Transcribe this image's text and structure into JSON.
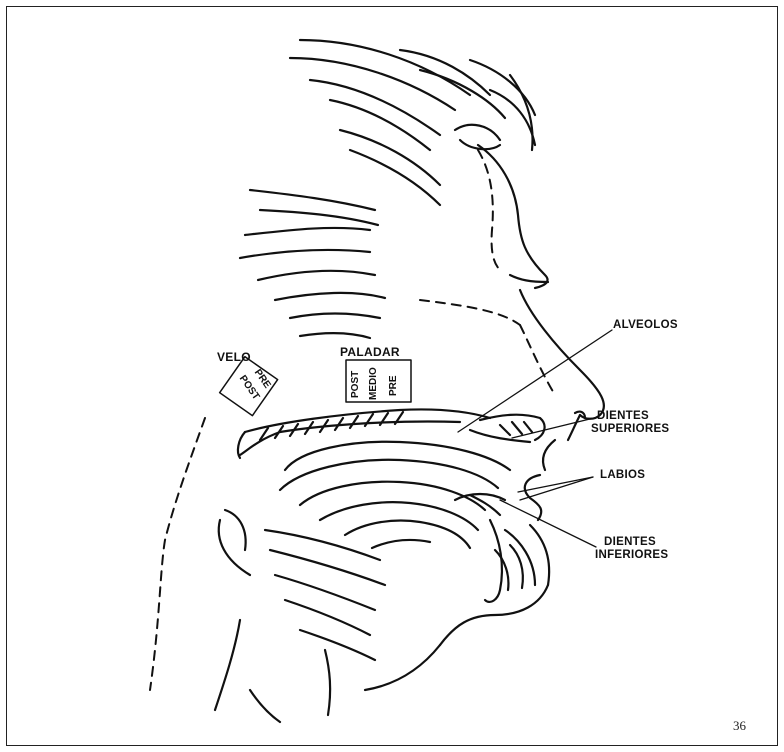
{
  "labels": {
    "alveolos": "ALVEOLOS",
    "dientes_sup_1": "DIENTES",
    "dientes_sup_2": "SUPERIORES",
    "labios": "LABIOS",
    "dientes_inf_1": "DIENTES",
    "dientes_inf_2": "INFERIORES",
    "velo": "VELO",
    "velo_pre": "PRE",
    "velo_post": "POST",
    "paladar": "PALADAR",
    "paladar_post": "POST",
    "paladar_medio": "MEDIO",
    "paladar_pre": "PRE"
  },
  "page_number": "36"
}
